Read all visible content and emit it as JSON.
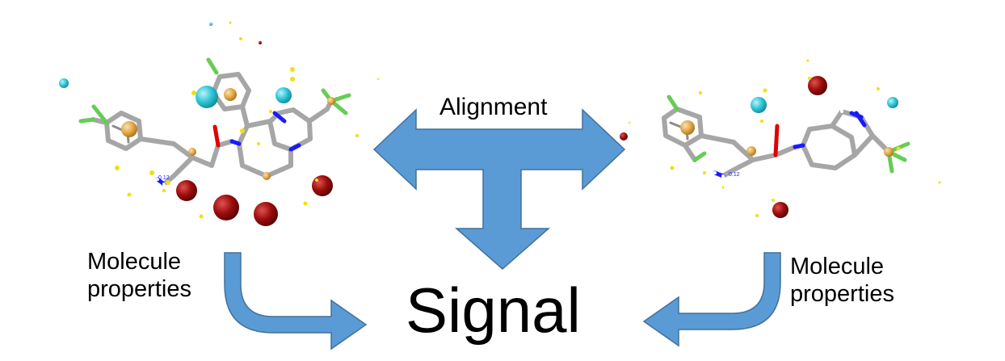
{
  "labels": {
    "alignment": "Alignment",
    "signal": "Signal",
    "left_properties": "Molecule\nproperties",
    "right_properties": "Molecule\nproperties",
    "left_charge_tag": "0.12",
    "right_charge_tag": "0.12"
  },
  "colors": {
    "arrow_fill": "#5b9bd5",
    "arrow_stroke": "#41719c",
    "bond_gray": "#a6a6a6",
    "nitrogen_blue": "#1a1aff",
    "oxygen_red": "#e00000",
    "fluorine_green": "#66cc55",
    "sphere_cyan": "#2ec4d6",
    "sphere_orange": "#e0a84a",
    "sphere_darkred": "#9a0c0c",
    "dot_yellow": "#f0e010"
  },
  "icons": {
    "left_molecule": "molecule-3d-icon",
    "right_molecule": "molecule-3d-icon"
  }
}
